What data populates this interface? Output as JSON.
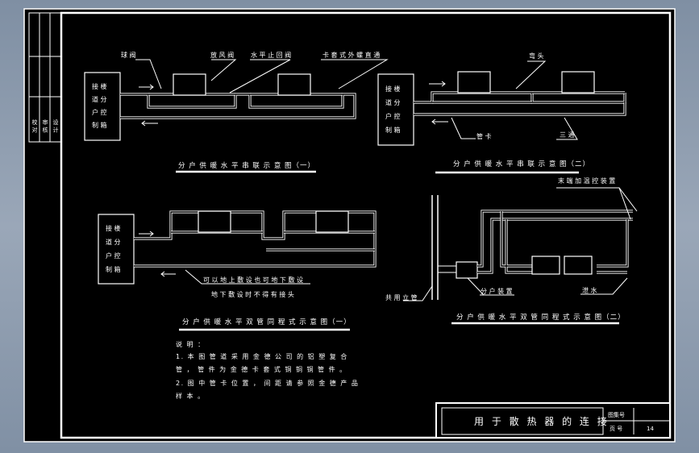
{
  "title_block": {
    "drawing_title": "用 于 散 热 器 的 连 接",
    "field_1_label": "图集号",
    "field_1_value": "",
    "field_2_label": "页 号",
    "field_2_value": "14"
  },
  "side_strip": {
    "col1": "校 对",
    "col2": "审 核",
    "col3": "设 计"
  },
  "diagram_1": {
    "control_box": [
      "接 楼",
      "道 分",
      "户 控",
      "制 箱"
    ],
    "label_ball_valve": "球 阀",
    "label_vent_valve": "放 风 阀",
    "label_check_valve": "水 平 止 回 阀",
    "label_cross": "卡 套 式 外 螺 直 通",
    "caption": "分 户 供 暖 水 平 串 联 示 意 图（一）"
  },
  "diagram_2": {
    "control_box": [
      "接 楼",
      "道 分",
      "户 控",
      "制 箱"
    ],
    "label_elbow": "弯 头",
    "label_clip": "管 卡",
    "label_tee": "三 通",
    "caption": "分 户 供 暖 水 平 串 联 示 意 图（二）"
  },
  "diagram_3": {
    "control_box": [
      "接 楼",
      "道 分",
      "户 控",
      "制 箱"
    ],
    "note_line_1": "可 以 地 上 敷 设 也 可 地 下 敷 设",
    "note_line_2": "地 下 敷 设 时 不 得 有 接 头",
    "caption": "分 户 供 暖 水 平 双 管 同 程 式 示 意 图（一）"
  },
  "diagram_4": {
    "label_thermostat": "末 端 加 温 控 装 置",
    "label_riser": "共 用 立 管",
    "label_meter": "分 户 装 置",
    "label_drain": "泄 水",
    "caption": "分 户 供 暖 水 平 双 管 同 程 式 示 意 图（二）"
  },
  "notes": {
    "heading": "说 明 ：",
    "item1_line1": "1. 本 图 管 道 采 用 金 德 公 司 的 铝 塑 复 合",
    "item1_line2": "管 ， 管 件 为 金 德 卡 套 式 铜 铜 铜 管 件 。",
    "item2_line1": "2. 图 中 管 卡 位 置 ， 间 距 请 参 照 金 德 产 品",
    "item2_line2": "样 本 。"
  }
}
